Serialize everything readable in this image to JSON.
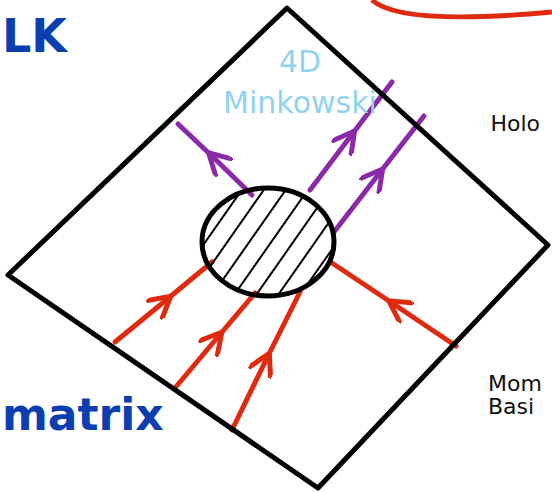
{
  "diagram": {
    "nodes": [
      {
        "text": [
          "4D Minkowski"
        ]
      }
    ],
    "labels": [
      "LK",
      "matrix",
      "Holo",
      "Mom Basi"
    ]
  }
}
